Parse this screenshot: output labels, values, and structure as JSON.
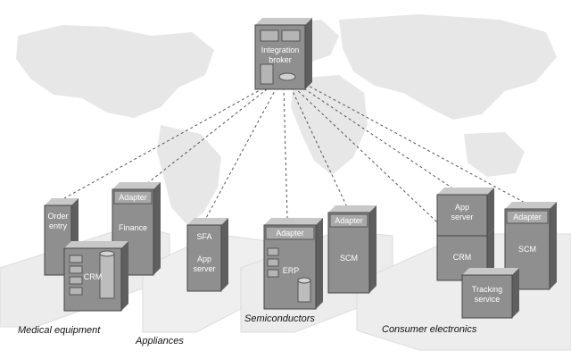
{
  "nodes": {
    "broker": {
      "line1": "Integration",
      "line2": "broker"
    },
    "order_entry": {
      "line1": "Order",
      "line2": "entry"
    },
    "finance": {
      "adapter": "Adapter",
      "label": "Finance"
    },
    "crm_medical": {
      "label": "CRM"
    },
    "sfa": {
      "line1": "SFA",
      "line2": "App",
      "line3": "server"
    },
    "erp": {
      "adapter": "Adapter",
      "label": "ERP"
    },
    "scm_semi": {
      "adapter": "Adapter",
      "label": "SCM"
    },
    "app_server_ce": {
      "line1": "App",
      "line2": "server"
    },
    "crm_ce": {
      "label": "CRM"
    },
    "scm_ce": {
      "adapter": "Adapter",
      "label": "SCM"
    },
    "tracking": {
      "line1": "Tracking",
      "line2": "service"
    }
  },
  "segments": {
    "medical": "Medical equipment",
    "appliances": "Appliances",
    "semiconductors": "Semiconductors",
    "consumer": "Consumer electronics"
  },
  "colors": {
    "box_front": "#8f8f8f",
    "box_top": "#c8c8c8",
    "box_side": "#5f5f5f",
    "map": "#e6e6e6",
    "platform": "#ececec",
    "dash": "#555555"
  }
}
